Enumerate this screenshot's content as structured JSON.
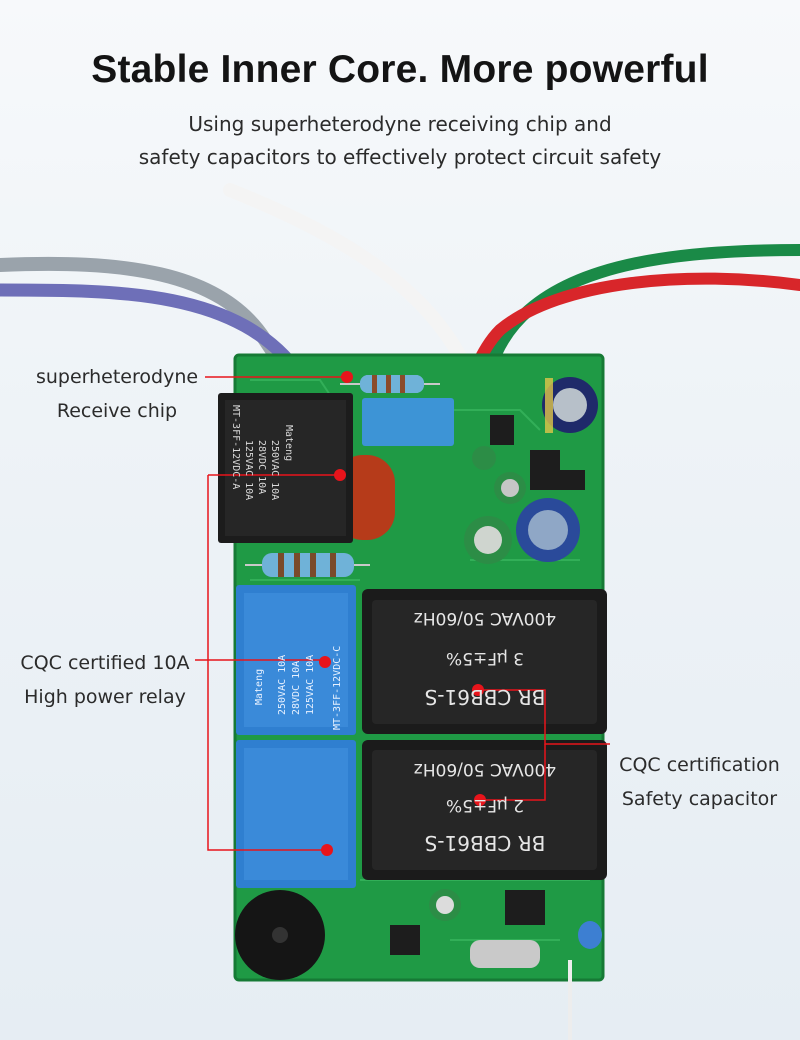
{
  "header": {
    "title": "Stable Inner Core. More powerful",
    "subtitle_line1": "Using superheterodyne receiving chip and",
    "subtitle_line2": "safety capacitors to effectively protect circuit safety"
  },
  "callouts": {
    "chip_line1": "superheterodyne",
    "chip_line2": "Receive chip",
    "relay_line1": "CQC certified 10A",
    "relay_line2": "High power relay",
    "cap_line1": "CQC certification",
    "cap_line2": "Safety capacitor"
  },
  "board": {
    "relay_top_text": [
      "Mateng",
      "250VAC 10A",
      "28VDC 10A",
      "125VAC 10A",
      "MT-3FF-12VDC-A"
    ],
    "relay_blue_text": [
      "Mateng",
      "250VAC 10A",
      "28VDC 10A",
      "125VAC 10A",
      "MT-3FF-12VDC-C"
    ],
    "cap_top_text": [
      "400VAC 50/60Hz",
      "3 μF±5%",
      "BR CBB61-S"
    ],
    "cap_bottom_text": [
      "400VAC 50/60Hz",
      "2 μF±5%",
      "BR CBB61-S"
    ]
  },
  "colors": {
    "pcb": "#1f9a45",
    "marker": "#e8141b",
    "relay_blue": "#2f7fd0",
    "relay_black": "#1c1c1c",
    "capacitor": "#1b1b1b"
  }
}
